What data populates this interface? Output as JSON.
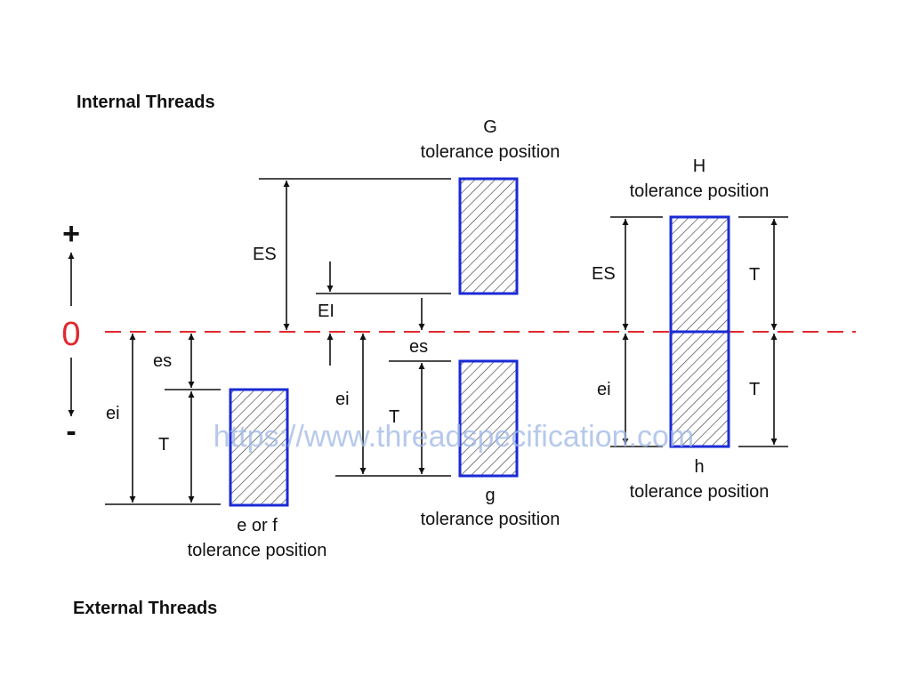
{
  "diagram": {
    "headings": {
      "internal": "Internal Threads",
      "external": "External Threads"
    },
    "zero_axis": {
      "plus": "+",
      "zero": "0",
      "minus": "-"
    },
    "watermark": "https://www.threadspecification.com",
    "positions": {
      "G": {
        "letter": "G",
        "caption": "tolerance position"
      },
      "H": {
        "letter": "H",
        "caption": "tolerance position"
      },
      "h": {
        "letter": "h",
        "caption": "tolerance position"
      },
      "g": {
        "letter": "g",
        "caption": "tolerance position"
      },
      "ef": {
        "letter": "e or f",
        "caption": "tolerance position"
      }
    },
    "dims": {
      "es": "es",
      "ei": "ei",
      "T": "T",
      "ES": "ES",
      "EI": "EI"
    },
    "colors": {
      "zero_line": "#e0282e",
      "zero_label": "#e0282e",
      "box_border": "#1a2ad6",
      "hatch": "#333333",
      "ink": "#111111",
      "watermark": "#9db7e6"
    }
  }
}
